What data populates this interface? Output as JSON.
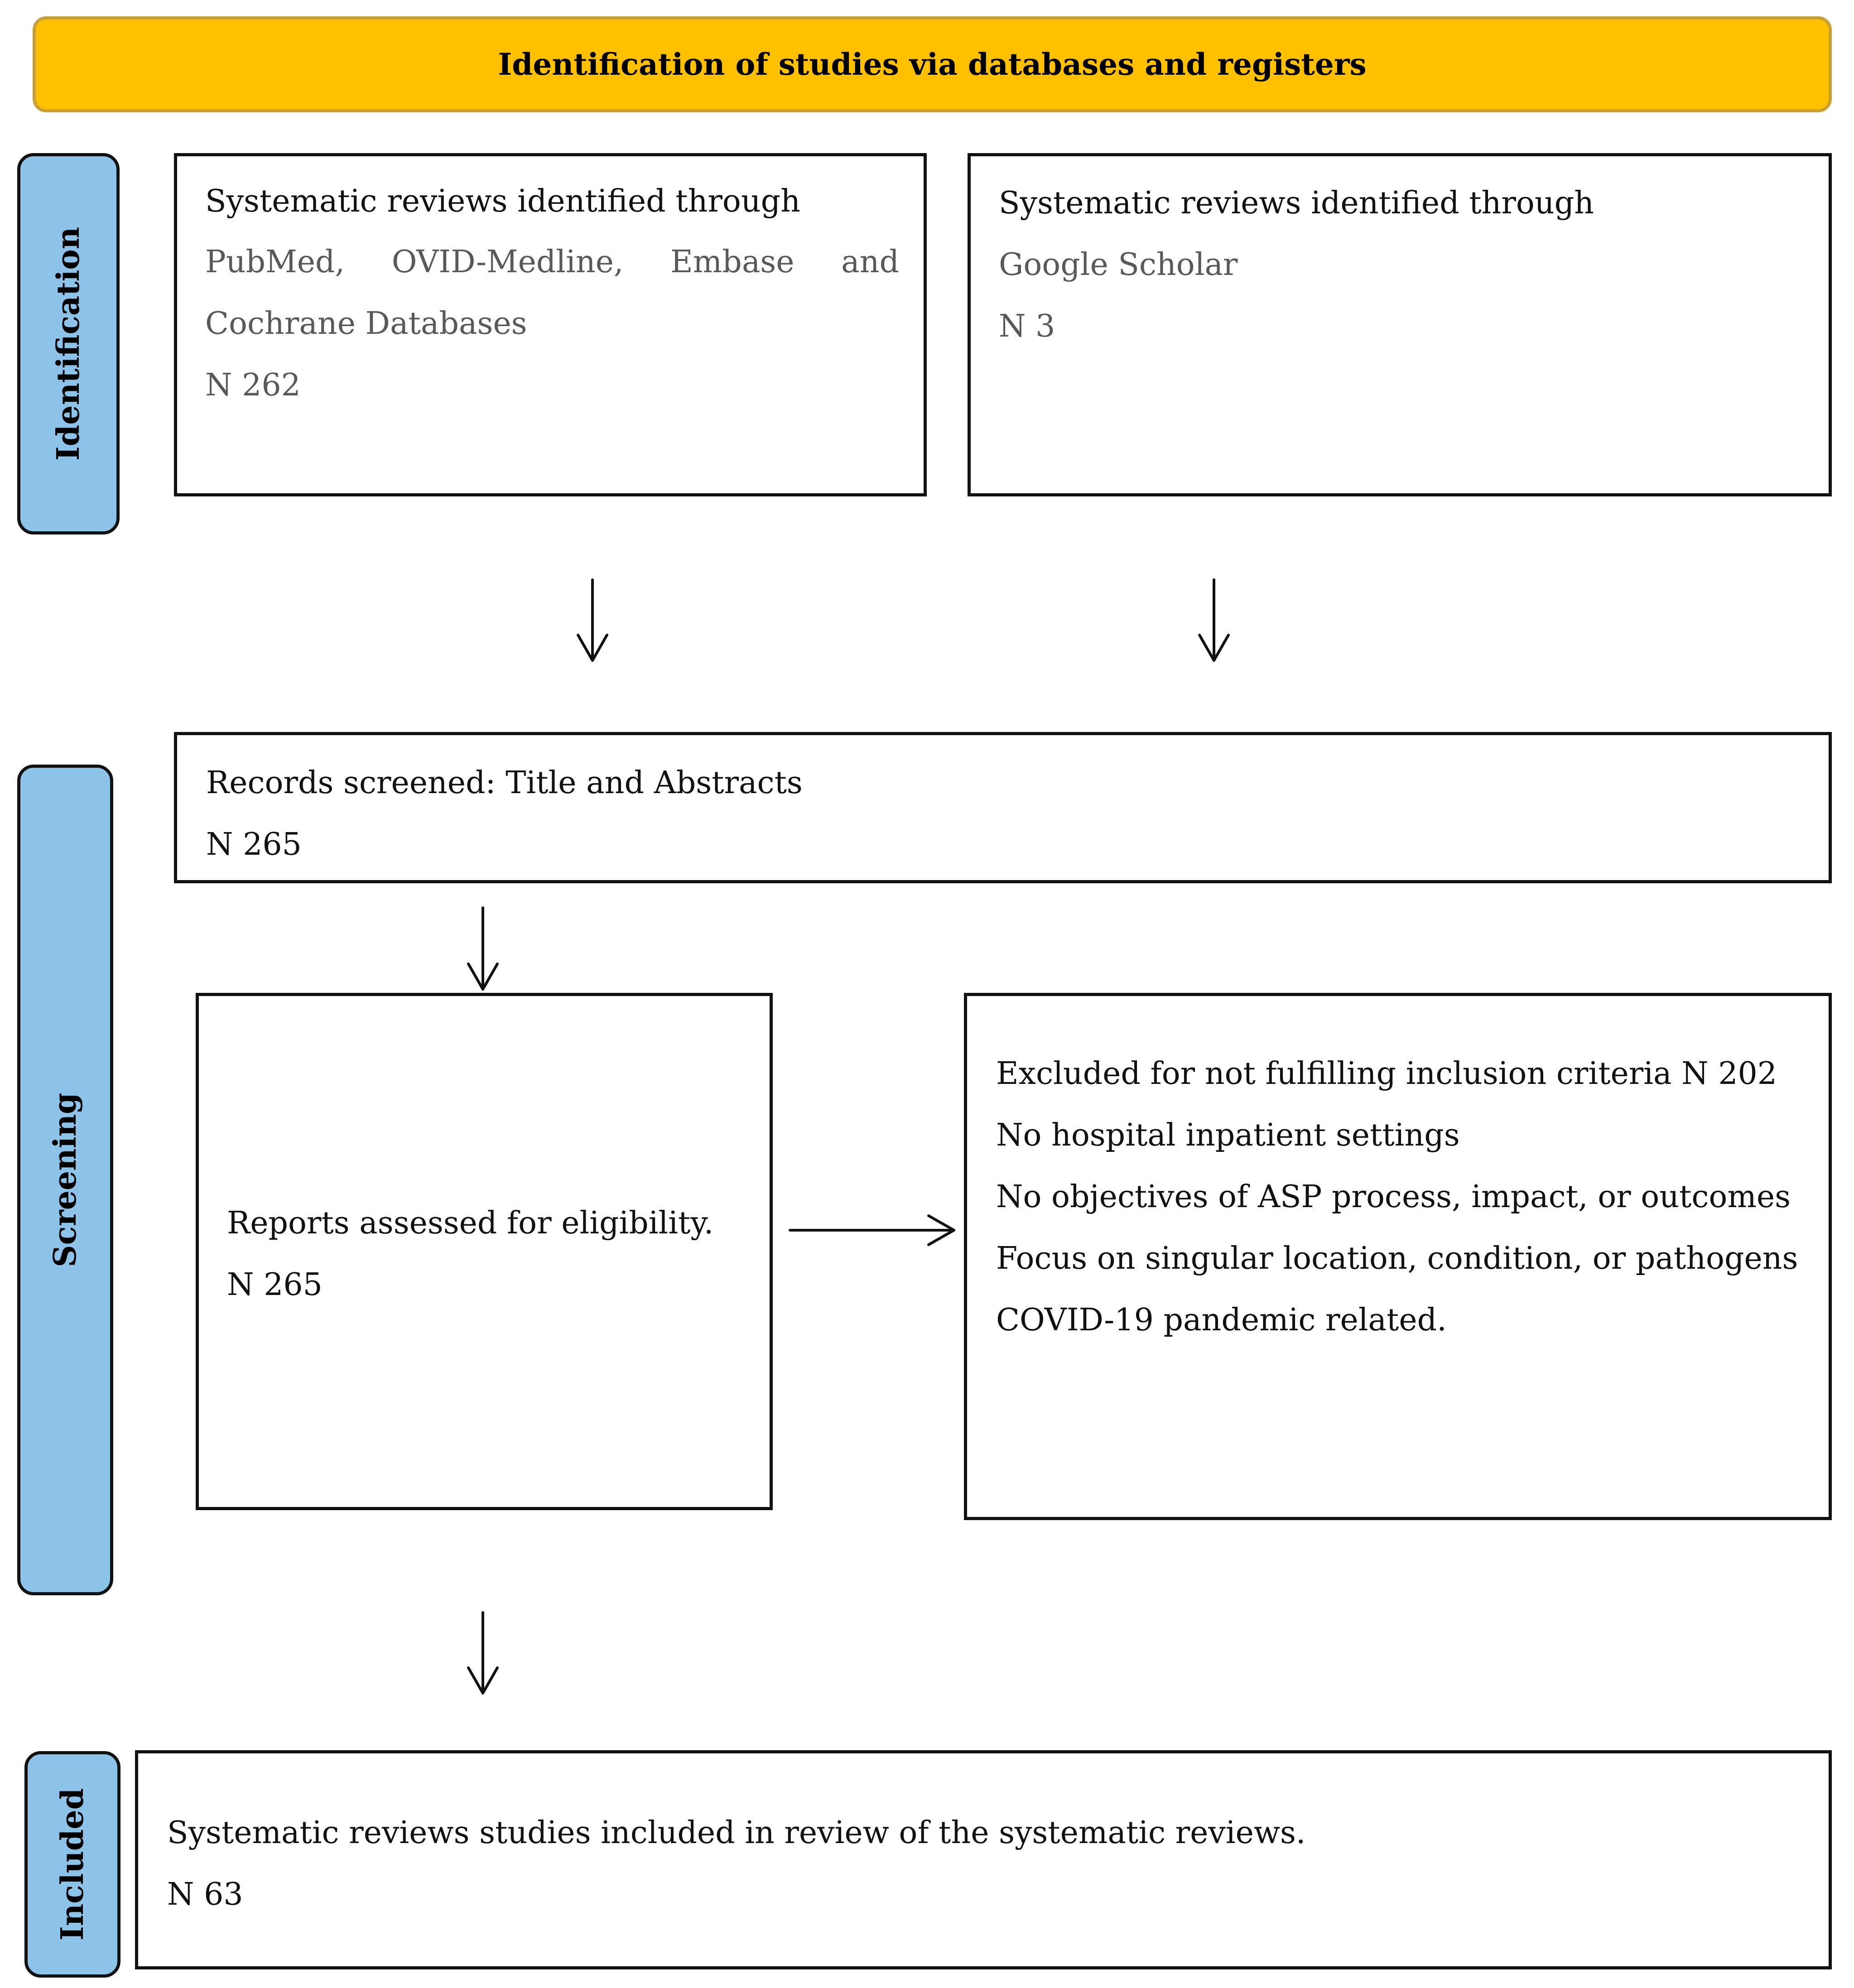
{
  "header": {
    "title": "Identification of studies via databases and registers"
  },
  "side_tabs": {
    "identification": "Identification",
    "screening": "Screening",
    "included": "Included"
  },
  "boxes": {
    "databases": {
      "title": "Systematic reviews identified through",
      "sources": [
        "PubMed,",
        "OVID-Medline,",
        "Embase",
        "and"
      ],
      "sources_line2": "Cochrane Databases",
      "count": "N 262"
    },
    "google_scholar": {
      "title": "Systematic reviews identified through",
      "source": "Google Scholar",
      "count": "N 3"
    },
    "records_screened": {
      "title": "Records screened: Title and Abstracts",
      "count": "N 265"
    },
    "eligibility": {
      "title": "Reports assessed for eligibility.",
      "count": "N 265"
    },
    "excluded": {
      "lines": [
        "Excluded for not fulfilling inclusion criteria N 202",
        "No hospital inpatient settings",
        "No objectives of ASP process, impact, or outcomes",
        "Focus on singular location, condition, or pathogens",
        "COVID-19 pandemic related."
      ]
    },
    "included": {
      "title": "Systematic reviews studies included in review of the systematic reviews.",
      "count": "N 63"
    }
  },
  "colors": {
    "banner": "#FFC000",
    "banner_border": "#C9A035",
    "side_tab": "#8DC3E9",
    "border": "#111111",
    "secondary_text": "#595959"
  }
}
